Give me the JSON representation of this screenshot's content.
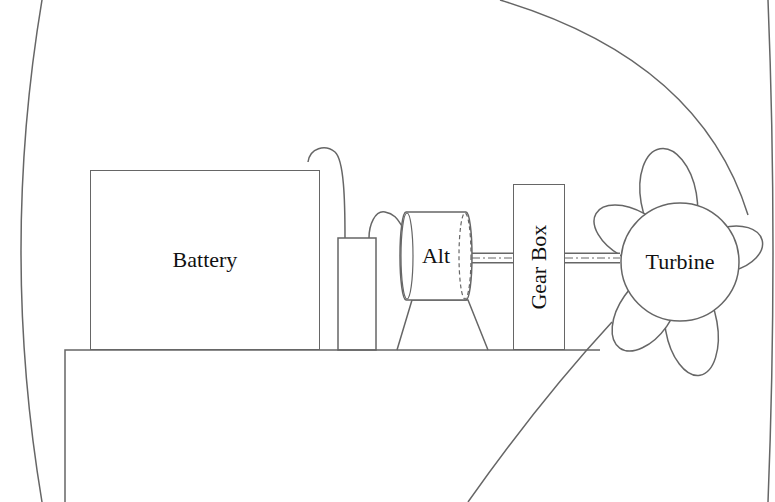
{
  "diagram": {
    "nodes": [
      {
        "text": [
          "Battery"
        ]
      },
      {
        "text": [
          "Alt"
        ]
      },
      {
        "text": [
          "Gear Box"
        ]
      },
      {
        "text": [
          "Turbine"
        ]
      }
    ],
    "edges": [
      {
        "from": 1,
        "to": 2,
        "arrow": "none"
      },
      {
        "from": 2,
        "to": 3,
        "arrow": "none"
      }
    ]
  }
}
